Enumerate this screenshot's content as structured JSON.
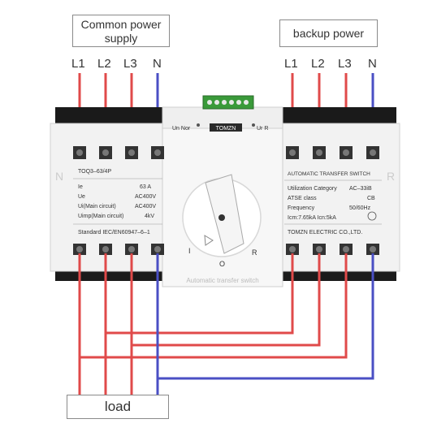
{
  "labels": {
    "common_power_line1": "Common power",
    "common_power_line2": "supply",
    "backup_power": "backup power",
    "load": "load"
  },
  "terminals": {
    "left": [
      "L1",
      "L2",
      "L3",
      "N"
    ],
    "right": [
      "L1",
      "L2",
      "L3",
      "N"
    ]
  },
  "device": {
    "brand": "TOMZN",
    "indicators": "Un Nor",
    "indicators_right": "Ur R",
    "left_panel": {
      "model": "TOQ3–63/4P",
      "rows": [
        {
          "k": "Ie",
          "v": "63 A"
        },
        {
          "k": "Ue",
          "v": "AC400V"
        },
        {
          "k": "Ui(Main circuit)",
          "v": "AC400V"
        },
        {
          "k": "Uimp(Main circuit)",
          "v": "4kV"
        }
      ],
      "standard": "Standard IEC/EN60947–6–1"
    },
    "right_panel": {
      "title": "AUTOMATIC TRANSFER SWITCH",
      "rows": [
        {
          "k": "Utilization Category",
          "v": "AC–33iB"
        },
        {
          "k": "ATSE class",
          "v": "CB"
        },
        {
          "k": "Frequency",
          "v": "50/60Hz"
        },
        {
          "k": "Icm:7.65kA  Icn:5kA",
          "v": ""
        }
      ],
      "maker": "TOMZN ELECTRIC CO.,LTD."
    },
    "knob_marks": {
      "i": "I",
      "o": "O",
      "r": "R"
    },
    "bottom_text": "Automatic transfer switch",
    "side_left": "N",
    "side_right": "R"
  },
  "colors": {
    "phase_wire": "#e04a4a",
    "neutral_wire": "#4a4fc4",
    "body": "#f2f2f2",
    "rail": "#1a1a1a"
  }
}
